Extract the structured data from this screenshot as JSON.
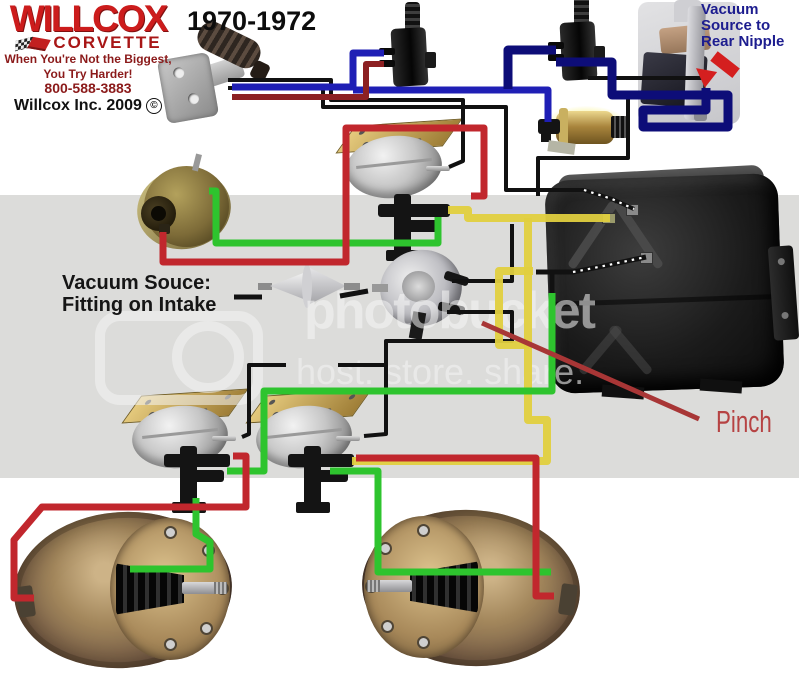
{
  "page": {
    "background": "#ffffff",
    "band_background": "#dcdcda"
  },
  "header": {
    "logo": {
      "brand": "WILLCOX",
      "sub_brand": "CORVETTE",
      "slogan_line1": "When You're Not the Biggest,",
      "slogan_line2": "You Try Harder!",
      "phone": "800-588-3883",
      "copyright": "Willcox Inc. 2009",
      "copyright_mark": "©"
    },
    "title": "1970-1972"
  },
  "annotations": {
    "rear_nipple": {
      "line1": "Vacuum",
      "line2": "Source to",
      "line3": "Rear Nipple",
      "color": "#1d1d8f"
    },
    "intake": {
      "line1": "Vacuum Souce:",
      "line2": "Fitting on Intake",
      "color": "#151515"
    },
    "pinch": {
      "label": "Pinch",
      "color": "#b64343"
    }
  },
  "watermark": {
    "brand": "photobucket",
    "tagline": "host. store. share."
  },
  "hose_colors": {
    "red": "#c1272d",
    "dark_red": "#8c2022",
    "green": "#2ec42e",
    "yellow": "#e0cf3f",
    "blue": "#1f1fb5",
    "navy": "#0d0d78",
    "black": "#111111"
  },
  "components": {
    "items": [
      "headlight-vacuum-switch",
      "headlight-control-valve-left",
      "headlight-control-valve-right",
      "wiper-override-valve",
      "brass-check-valve",
      "vacuum-storage-tank",
      "override-actuator",
      "relay-valve-upper",
      "inline-vacuum-filter",
      "distribution-valve",
      "relay-valve-lower-left",
      "relay-valve-lower-right",
      "headlight-actuator-left",
      "headlight-actuator-right"
    ]
  }
}
